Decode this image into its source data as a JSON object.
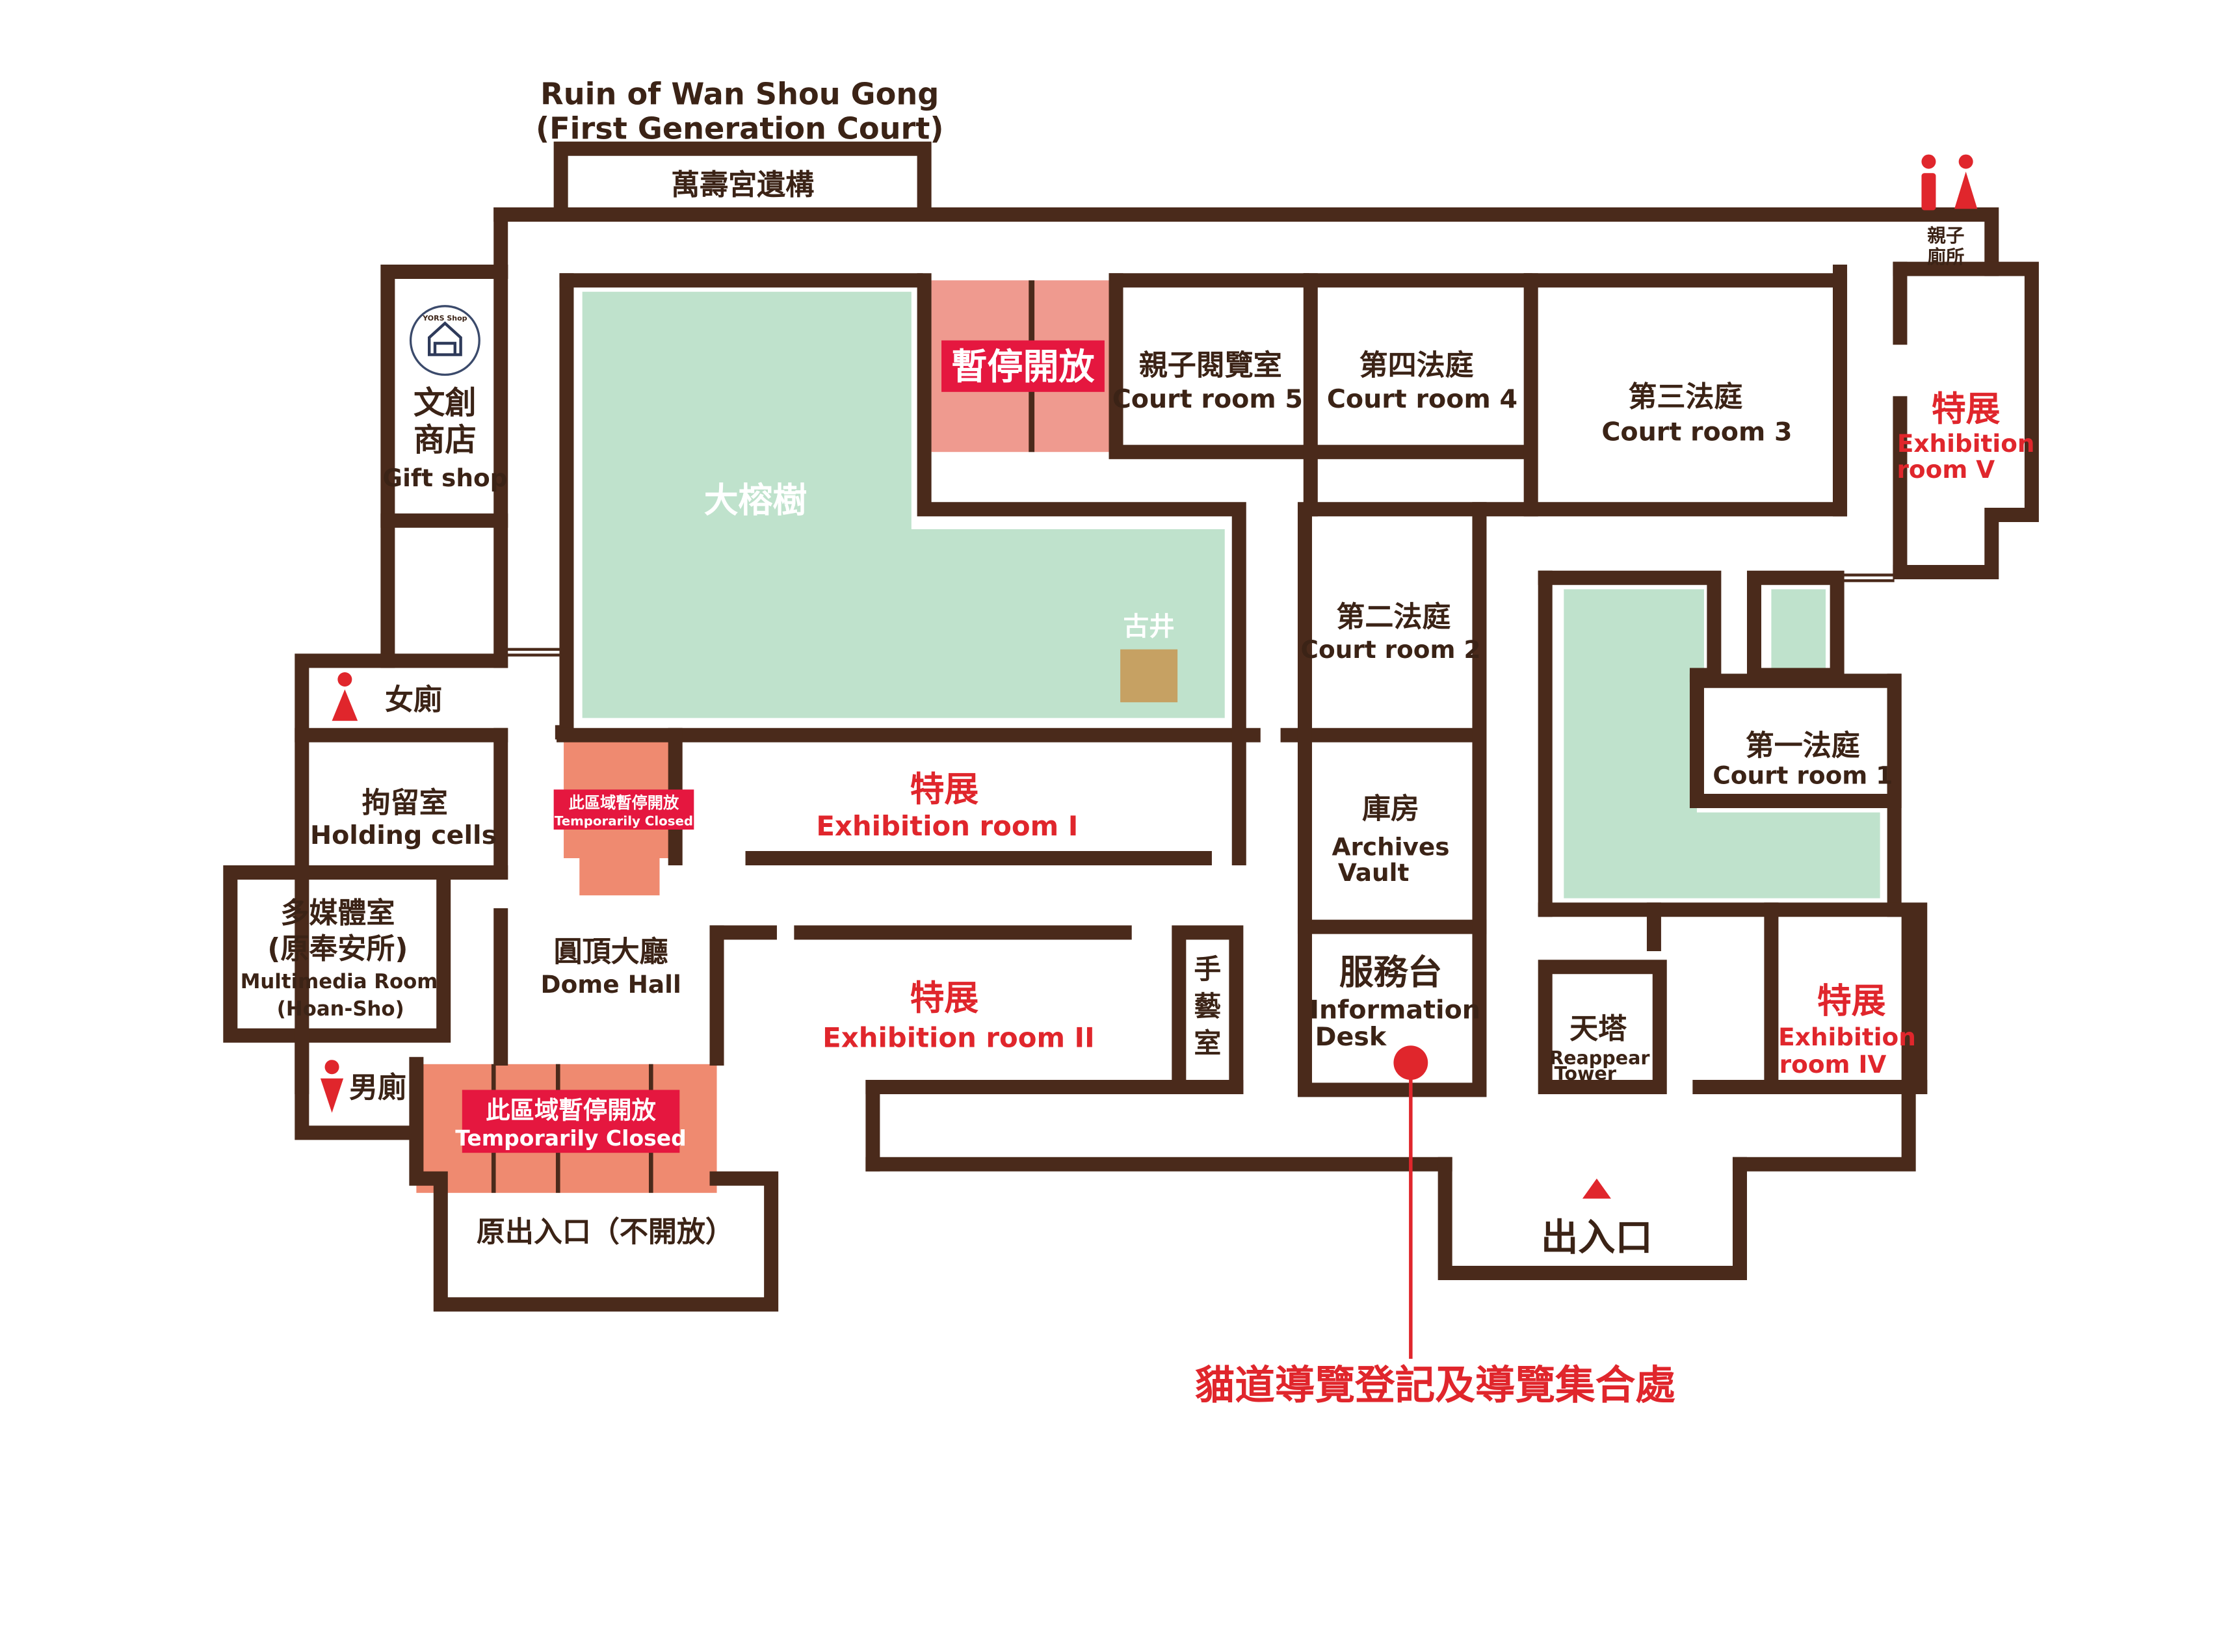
{
  "map": {
    "title_line1": "Ruin of Wan Shou Gong",
    "title_line2": "(First Generation Court)",
    "ruin_label": "萬壽宮遺構",
    "family_restroom": {
      "line1": "親子",
      "line2": "廁所"
    },
    "gift_shop": {
      "zh_line1": "文創",
      "zh_line2": "商店",
      "en": "Gift shop",
      "logo_text": "YORS Shop"
    },
    "banyan": "大榕樹",
    "well": "古井",
    "closed_top": "暫停開放",
    "court5": {
      "zh": "親子閱覽室",
      "en": "Court room 5"
    },
    "court4": {
      "zh": "第四法庭",
      "en": "Court room 4"
    },
    "court3": {
      "zh": "第三法庭",
      "en": "Court room 3"
    },
    "court2": {
      "zh": "第二法庭",
      "en": "Court room 2"
    },
    "court1": {
      "zh": "第一法庭",
      "en": "Court room 1"
    },
    "exhibition5": {
      "zh": "特展",
      "en_line1": "Exhibition",
      "en_line2": "room V"
    },
    "exhibition1": {
      "zh": "特展",
      "en": "Exhibition room I"
    },
    "exhibition2": {
      "zh": "特展",
      "en": "Exhibition room II"
    },
    "exhibition4": {
      "zh": "特展",
      "en_line1": "Exhibition",
      "en_line2": "room IV"
    },
    "womens_restroom": "女廁",
    "mens_restroom": "男廁",
    "holding": {
      "zh": "拘留室",
      "en": "Holding cells"
    },
    "closed_small": {
      "zh": "此區域暫停開放",
      "en": "Temporarily Closed"
    },
    "closed_large": {
      "zh": "此區域暫停開放",
      "en": "Temporarily Closed"
    },
    "multimedia": {
      "zh_line1": "多媒體室",
      "zh_line2": "(原奉安所)",
      "en_line1": "Multimedia Room",
      "en_line2": "(Hoan-Sho)"
    },
    "dome": {
      "zh": "圓頂大廳",
      "en": "Dome Hall"
    },
    "craft": {
      "c1": "手",
      "c2": "藝",
      "c3": "室"
    },
    "archives": {
      "zh": "庫房",
      "en_line1": "Archives",
      "en_line2": "Vault"
    },
    "info_desk": {
      "zh": "服務台",
      "en_line1": "Information",
      "en_line2": "Desk"
    },
    "reappear": {
      "zh": "天塔",
      "en_line1": "Reappear",
      "en_line2": "Tower"
    },
    "old_entrance": "原出入口（不開放）",
    "entrance": "出入口",
    "meeting_point": "貓道導覽登記及導覽集合處"
  },
  "colors": {
    "wall": "#4a2a1b",
    "text": "#3b2316",
    "accent_red": "#e0262c",
    "courtyard_green": "#bfe2cc",
    "closed_pink": "#ef9a8f",
    "closed_salmon": "#ef8a70",
    "closed_label": "#e5173f",
    "well": "#c6a163"
  }
}
